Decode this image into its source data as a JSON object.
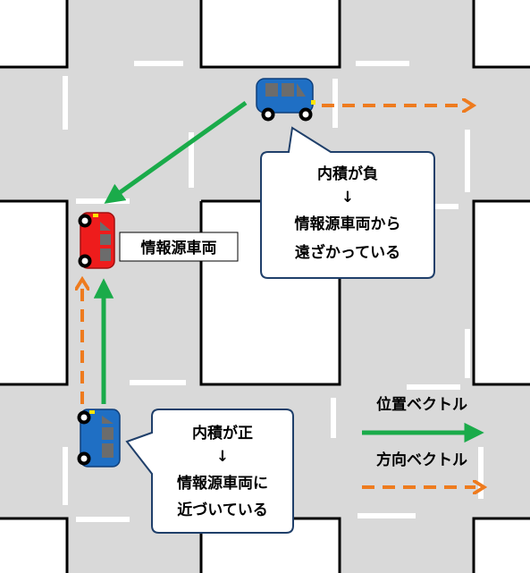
{
  "labels": {
    "source_vehicle": "情報源車両"
  },
  "callouts": {
    "negative": {
      "line1": "内積が負",
      "arrow": "↓",
      "line2": "情報源車両から",
      "line3": "遠ざかっている"
    },
    "positive": {
      "line1": "内積が正",
      "arrow": "↓",
      "line2": "情報源車両に",
      "line3": "近づいている"
    }
  },
  "legend": {
    "position_vector": "位置ベクトル",
    "direction_vector": "方向ベクトル"
  },
  "colors": {
    "road": "#d9d9d9",
    "curb": "#000000",
    "lane_mark": "#ffffff",
    "position_arrow": "#1aab4a",
    "direction_arrow": "#ee7b1e",
    "other_vehicle": "#1f6fc4",
    "source_vehicle": "#ee1c1c"
  }
}
